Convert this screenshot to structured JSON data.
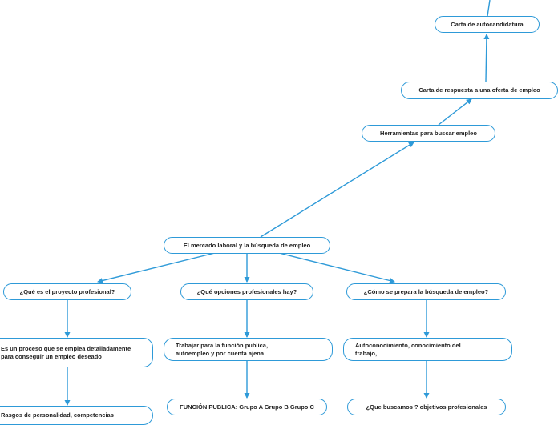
{
  "colors": {
    "connector": "#2e9ad8",
    "node_border": "#2e9ad8",
    "text": "#222222"
  },
  "nodes": {
    "carta_autocandidatura": "Carta de autocandidatura",
    "carta_respuesta": "Carta de respuesta a una oferta de empleo",
    "herramientas": "Herramientas para buscar empleo",
    "mercado_laboral": "El mercado laboral y la búsqueda de empleo",
    "proyecto_profesional": "¿Qué es el proyecto profesional?",
    "opciones_profesionales": "¿Qué opciones profesionales hay?",
    "prepara_busqueda": "¿Cómo se prepara la búsqueda de empleo?",
    "es_un_proceso": "Es un proceso que se emplea detalladamente para conseguir un empleo deseado",
    "trabajar_funcion": "Trabajar para la función publica, autoempleo y por cuenta ajena",
    "autoconocimiento": "Autoconocimiento, conocimiento del trabajo,",
    "rasgos_personalidad": "Rasgos de personalidad, competencias",
    "funcion_publica": "FUNCIÓN PUBLICA: Grupo A Grupo B Grupo C",
    "que_buscamos": "¿Que buscamos ? objetivos profesionales"
  }
}
